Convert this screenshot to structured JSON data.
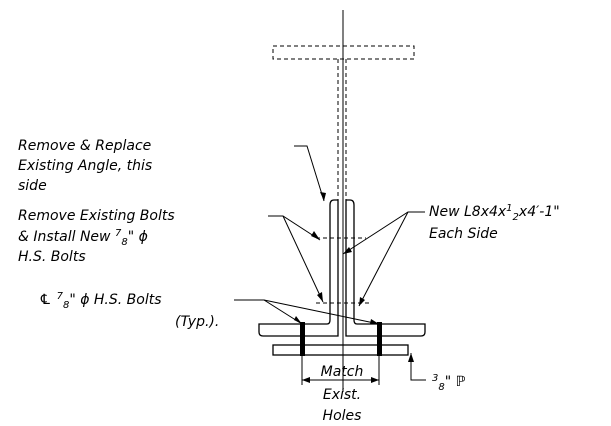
{
  "labels": {
    "remove_replace_line1": "Remove & Replace",
    "remove_replace_line2": "Existing Angle, this",
    "remove_replace_line3": "side",
    "remove_bolts_line1": "Remove Existing Bolts",
    "remove_bolts_line2_prefix": "& Install New ",
    "remove_bolts_line2_sup": "7",
    "remove_bolts_line2_sub": "8",
    "remove_bolts_line2_suffix": "\" ϕ",
    "remove_bolts_line3": "H.S. Bolts",
    "new_angle_line1_prefix": "New L8x4x",
    "new_angle_line1_sup": "1",
    "new_angle_line1_sub": "2",
    "new_angle_line1_suffix": "x4′-1\"",
    "new_angle_line2": "Each Side",
    "cl_bolts_cl": "℄",
    "cl_bolts_sup": "7",
    "cl_bolts_sub": "8",
    "cl_bolts_suffix": "\" ϕ H.S. Bolts",
    "cl_bolts_line2": "(Typ.).",
    "match_line1": "Match",
    "match_line2": "Exist.",
    "match_line3": "Holes",
    "plate_sup": "3",
    "plate_sub": "8",
    "plate_suffix": "\" ℙ"
  }
}
